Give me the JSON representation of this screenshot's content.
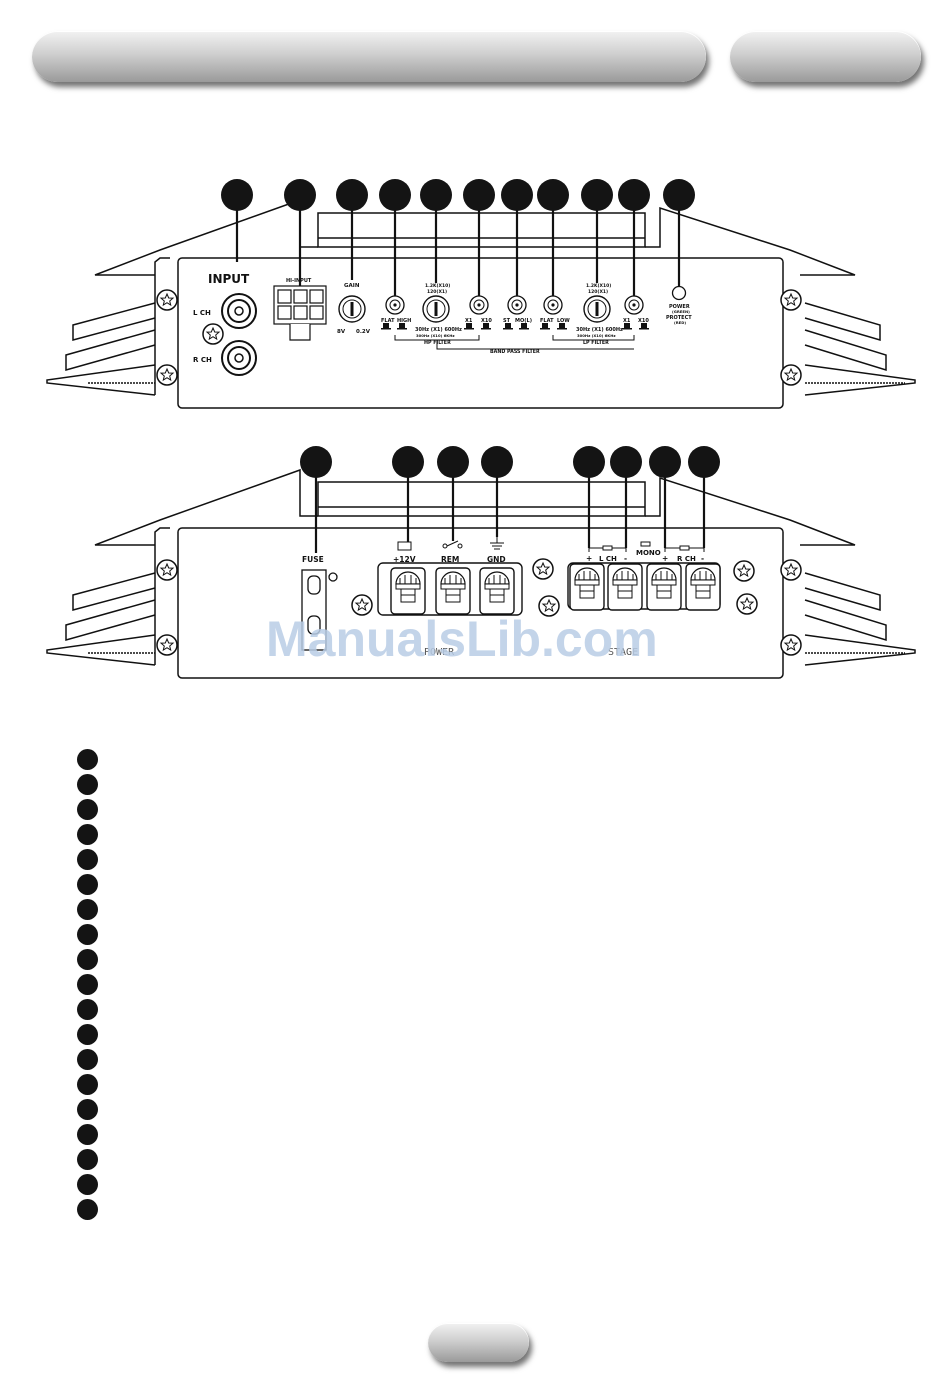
{
  "top_panel": {
    "input_label": "INPUT",
    "hi_input_label": "HI-INPUT",
    "lch_label": "L CH",
    "rch_label": "R CH",
    "gain_label": "GAIN",
    "gain_min": "8V",
    "gain_max": "0.2V",
    "hp_flat": "FLAT",
    "hp_high": "HIGH",
    "hp_knob_top_1": "1.2K(X10)",
    "hp_knob_top_2": "120(X1)",
    "hp_range": "30Hz (X1) 600Hz",
    "hp_range_2": "300Hz (X10) 6KHz",
    "hp_x1": "X1",
    "hp_x10": "X10",
    "st": "ST",
    "mono_l": "MO(L)",
    "lp_flat": "FLAT",
    "lp_low": "LOW",
    "lp_knob_top_1": "1.2K(X10)",
    "lp_knob_top_2": "120(X1)",
    "lp_range": "30Hz (X1) 600Hz",
    "lp_range_2": "300Hz (X10) 6KHz",
    "lp_x1": "X1",
    "lp_x10": "X10",
    "power_1": "POWER",
    "power_2": "(GREEN)",
    "protect_1": "PROTECT",
    "protect_2": "(RED)",
    "hp_filter": "HP FILTER",
    "band_pass": "BAND PASS FILTER",
    "lp_filter": "LP FILTER"
  },
  "bottom_panel": {
    "fuse": "FUSE",
    "plus12v": "+12V",
    "rem": "REM",
    "gnd": "GND",
    "plus": "+",
    "minus": "-",
    "lch": "L CH",
    "mono": "MONO",
    "rch": "R CH",
    "power_text": "POWER",
    "stage_text": "STAGE"
  },
  "watermark": "ManualsLib.com"
}
